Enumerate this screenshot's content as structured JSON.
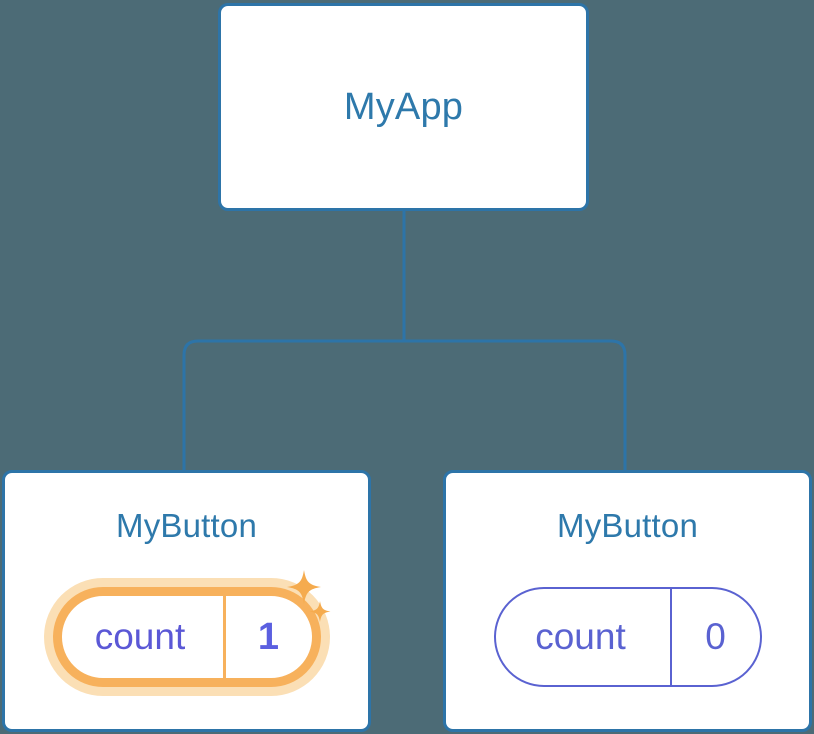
{
  "diagram": {
    "title": "component-tree",
    "background_color": "#4c6b76",
    "node_border_color": "#2d74a8",
    "node_text_color": "#2e79ab",
    "connector_color": "#2d74a8",
    "state_color": "#5a62d1",
    "highlight_color": "#f7b15c",
    "highlight_glow_color": "#fbdfb5"
  },
  "root": {
    "label": "MyApp"
  },
  "children": [
    {
      "label": "MyButton",
      "state": {
        "key": "count",
        "value": "1",
        "highlighted": true,
        "sparkle_icon": "sparkles-icon"
      }
    },
    {
      "label": "MyButton",
      "state": {
        "key": "count",
        "value": "0",
        "highlighted": false,
        "sparkle_icon": ""
      }
    }
  ]
}
